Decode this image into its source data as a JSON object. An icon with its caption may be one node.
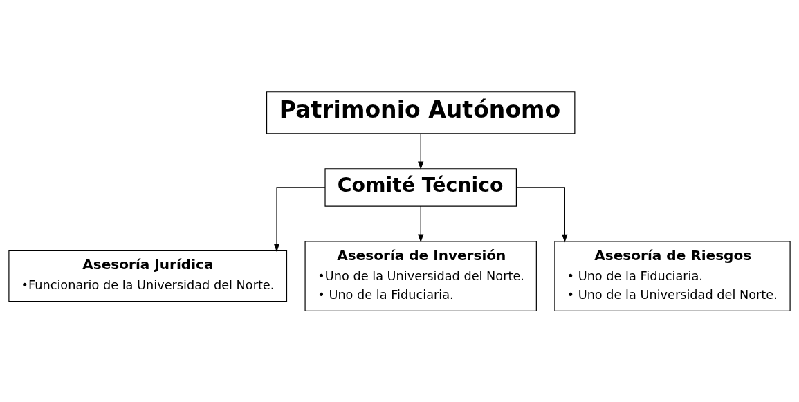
{
  "diagram": {
    "nodes": [
      {
        "text": [
          "Patrimonio Autónomo"
        ]
      },
      {
        "text": [
          "Comité Técnico"
        ]
      },
      {
        "text": [
          "Asesoría Jurídica",
          "•Funcionario de la Universidad del Norte."
        ]
      },
      {
        "text": [
          "Asesoría de Inversión",
          "•Uno de la Universidad del Norte.",
          "• Uno de la Fiduciaria."
        ]
      },
      {
        "text": [
          "Asesoría de Riesgos",
          "• Uno de la Fiduciaria.",
          "• Uno de la Universidad del Norte."
        ]
      }
    ],
    "edges": [
      {
        "from": 0,
        "to": 1,
        "arrow": "to"
      },
      {
        "from": 1,
        "to": 2,
        "arrow": "to"
      },
      {
        "from": 1,
        "to": 3,
        "arrow": "to"
      },
      {
        "from": 1,
        "to": 4,
        "arrow": "to"
      }
    ]
  }
}
